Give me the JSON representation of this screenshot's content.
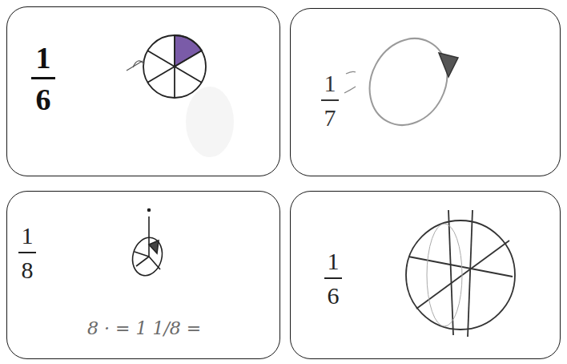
{
  "diagram": {
    "nodes": [
      {
        "text": [
          "1",
          "6"
        ]
      },
      {
        "text": [
          "1",
          "7"
        ]
      },
      {
        "text": [
          "1",
          "8",
          "8 · = 1   1/8 ="
        ]
      },
      {
        "text": [
          "1",
          "6"
        ]
      }
    ]
  }
}
